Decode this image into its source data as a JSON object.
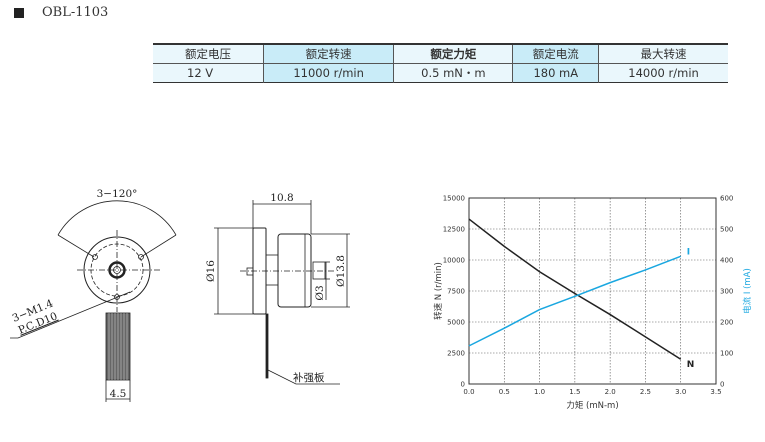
{
  "model": "OBL-1103",
  "specs": {
    "headers": [
      "额定电压",
      "额定转速",
      "额定力矩",
      "额定电流",
      "最大转速"
    ],
    "values": [
      "12 V",
      "11000 r/min",
      "0.5 mN・m",
      "180 mA",
      "14000 r/min"
    ]
  },
  "drawing": {
    "angle_label": "3−120°",
    "hole_label": "3−M1.4",
    "pcd_label": "P.C.D10",
    "cable_width": "4.5",
    "length": "10.8",
    "dia_flange": "Ø16",
    "dia_body": "Ø13.8",
    "dia_shaft": "Ø3",
    "plate_label": "补强板"
  },
  "chart_data": {
    "type": "line",
    "xlabel": "力矩 (mN-m)",
    "ylabel": "转速 N (r/min)",
    "y2label": "电流 I (mA)",
    "xlim": [
      0,
      3.5
    ],
    "ylim": [
      0,
      15000
    ],
    "y2lim": [
      0,
      600
    ],
    "xticks": [
      "0.0",
      "0.5",
      "1.0",
      "1.5",
      "2.0",
      "2.5",
      "3.0",
      "3.5"
    ],
    "yticks": [
      "0",
      "2500",
      "5000",
      "7500",
      "10000",
      "12500",
      "15000"
    ],
    "y2ticks": [
      "0",
      "100",
      "200",
      "300",
      "400",
      "500",
      "600"
    ],
    "grid": true,
    "x": [
      0,
      0.5,
      1.0,
      1.5,
      2.0,
      2.5,
      3.0
    ],
    "series": [
      {
        "name": "N",
        "axis": "left",
        "color": "#222222",
        "values": [
          13300,
          11100,
          9050,
          7300,
          5600,
          3800,
          2000
        ]
      },
      {
        "name": "I",
        "axis": "right",
        "color": "#1aa7e0",
        "values": [
          123,
          180,
          240,
          283,
          327,
          368,
          412
        ]
      }
    ]
  }
}
